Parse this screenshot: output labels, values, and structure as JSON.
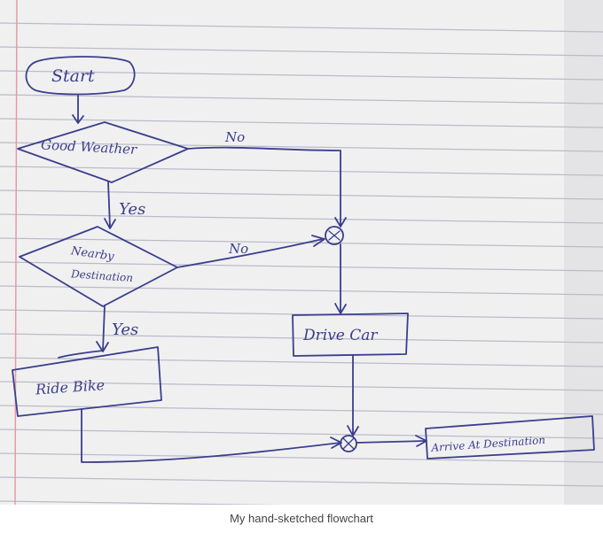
{
  "caption": "My hand-sketched flowchart",
  "colors": {
    "paper": "#f1f0f1",
    "rule_line": "#b9bcc9",
    "margin_line": "#e59aa6",
    "ink": "#3a3f8c",
    "caption": "#444444"
  },
  "flowchart": {
    "start": "Start",
    "decision_weather": "Good Weather",
    "decision_nearby_line1": "Nearby",
    "decision_nearby_line2": "Destination",
    "label_no_1": "No",
    "label_yes_1": "Yes",
    "label_no_2": "No",
    "label_yes_2": "Yes",
    "ride_bike": "Ride Bike",
    "drive_car": "Drive Car",
    "arrive": "Arrive At Destination"
  }
}
